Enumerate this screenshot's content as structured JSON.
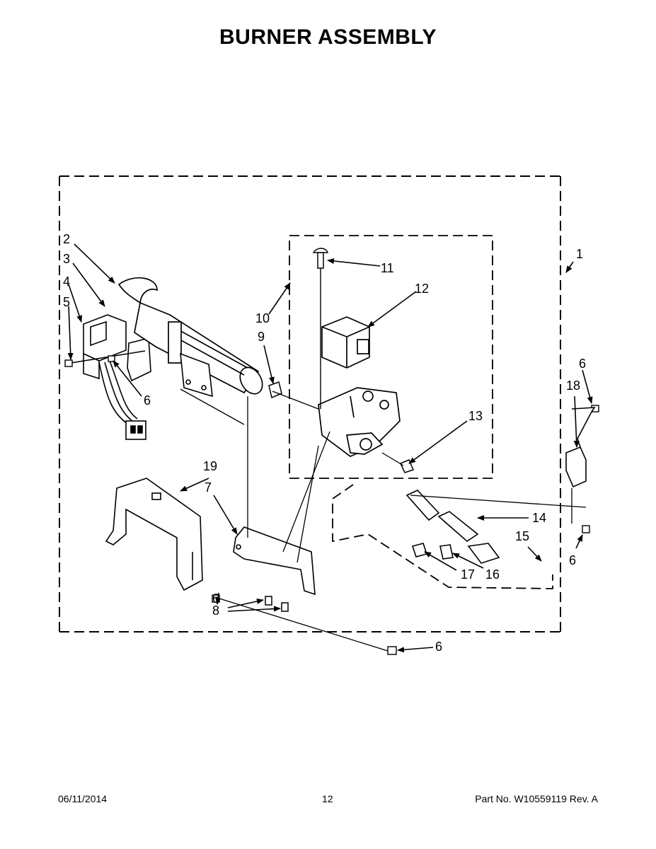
{
  "title": "BURNER ASSEMBLY",
  "callouts": {
    "c1": "1",
    "c2": "2",
    "c3": "3",
    "c4": "4",
    "c5": "5",
    "c6a": "6",
    "c6b": "6",
    "c6c": "6",
    "c6d": "6",
    "c6e": "6",
    "c7": "7",
    "c8": "8",
    "c9": "9",
    "c10": "10",
    "c11": "11",
    "c12": "12",
    "c13": "13",
    "c14": "14",
    "c15": "15",
    "c16": "16",
    "c17": "17",
    "c18": "18",
    "c19": "19"
  },
  "footer": {
    "date": "06/11/2014",
    "page": "12",
    "part": "Part No.  W10559119  Rev.  A"
  }
}
